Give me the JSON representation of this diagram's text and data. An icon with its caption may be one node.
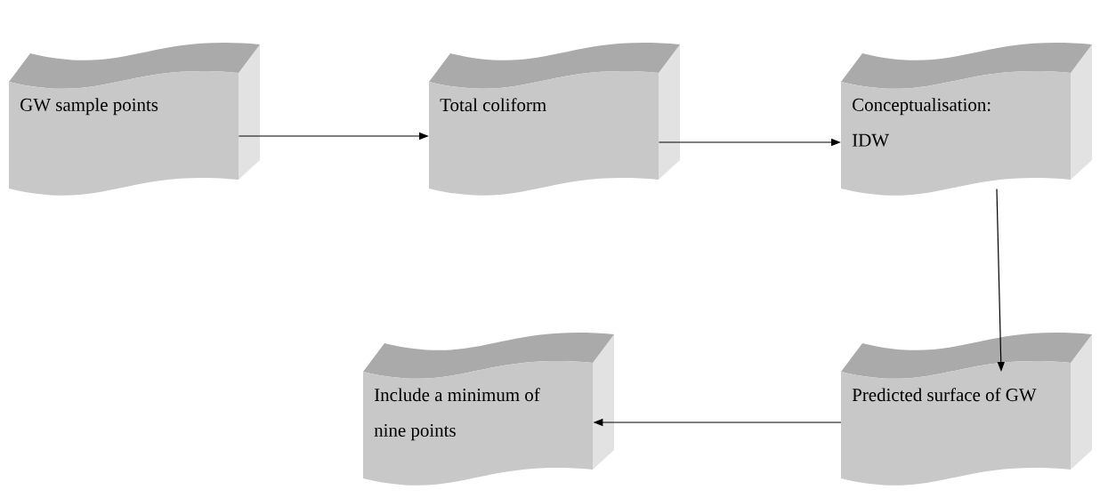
{
  "diagram": {
    "nodes": [
      {
        "text": [
          "GW sample points"
        ]
      },
      {
        "text": [
          "Total coliform"
        ]
      },
      {
        "text": [
          "Conceptualisation: IDW"
        ]
      },
      {
        "text": [
          "Predicted surface of GW"
        ]
      },
      {
        "text": [
          "Include a minimum of nine points"
        ]
      }
    ],
    "edges": [
      {
        "from": 0,
        "to": 1,
        "arrow": "to"
      },
      {
        "from": 1,
        "to": 2,
        "arrow": "to"
      },
      {
        "from": 2,
        "to": 3,
        "arrow": "to"
      },
      {
        "from": 3,
        "to": 4,
        "arrow": "to"
      }
    ]
  }
}
